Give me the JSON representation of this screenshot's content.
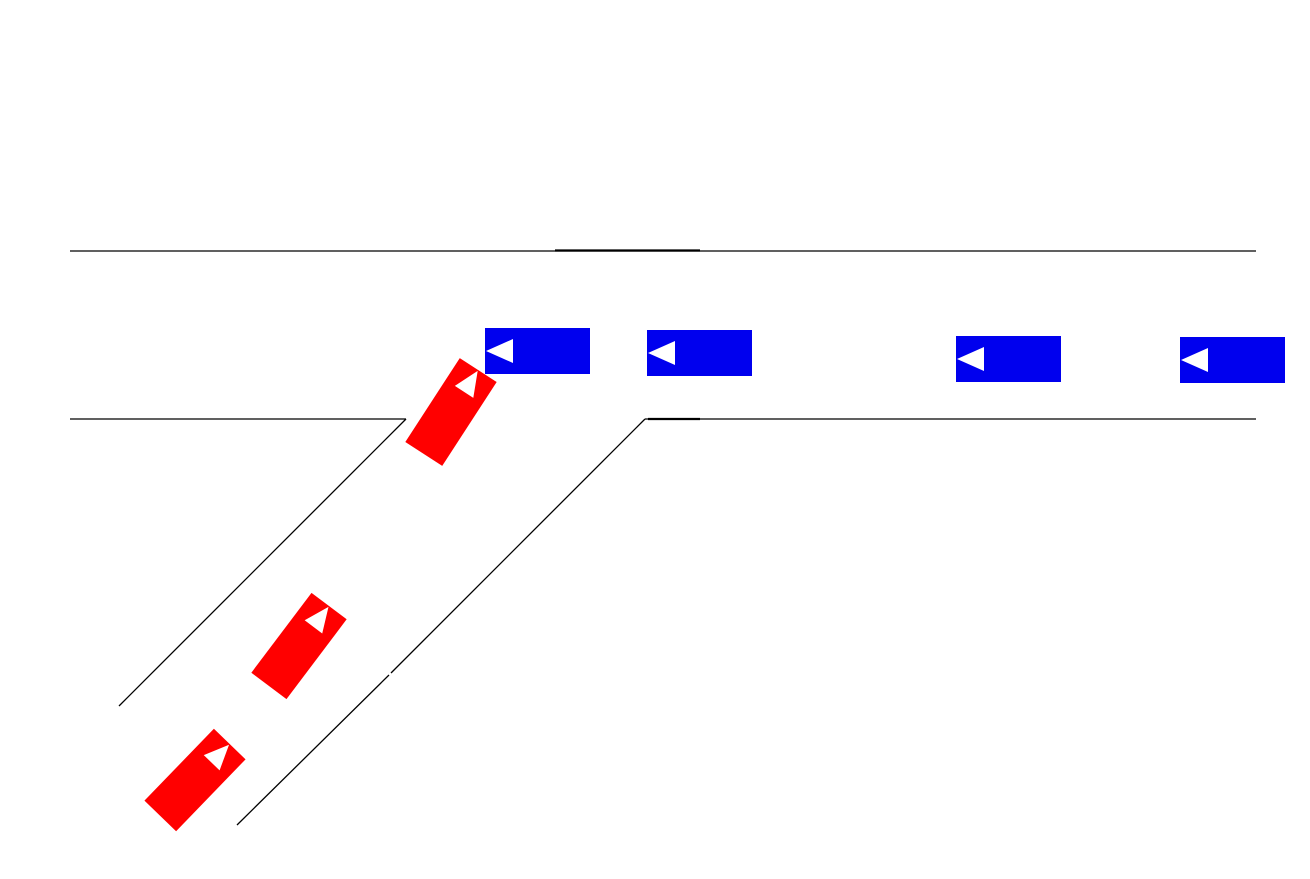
{
  "scene": {
    "background_color": "#ffffff",
    "road_line_color": "#000000"
  },
  "vehicles": {
    "main_road": {
      "color": "#0000ee",
      "arrow_color": "#ffffff",
      "direction": "left",
      "count": 4,
      "icon": "left-arrow-icon"
    },
    "ramp": {
      "color": "#ff0000",
      "arrow_color": "#ffffff",
      "direction": "up-right",
      "count": 3,
      "icon": "up-arrow-icon"
    }
  }
}
